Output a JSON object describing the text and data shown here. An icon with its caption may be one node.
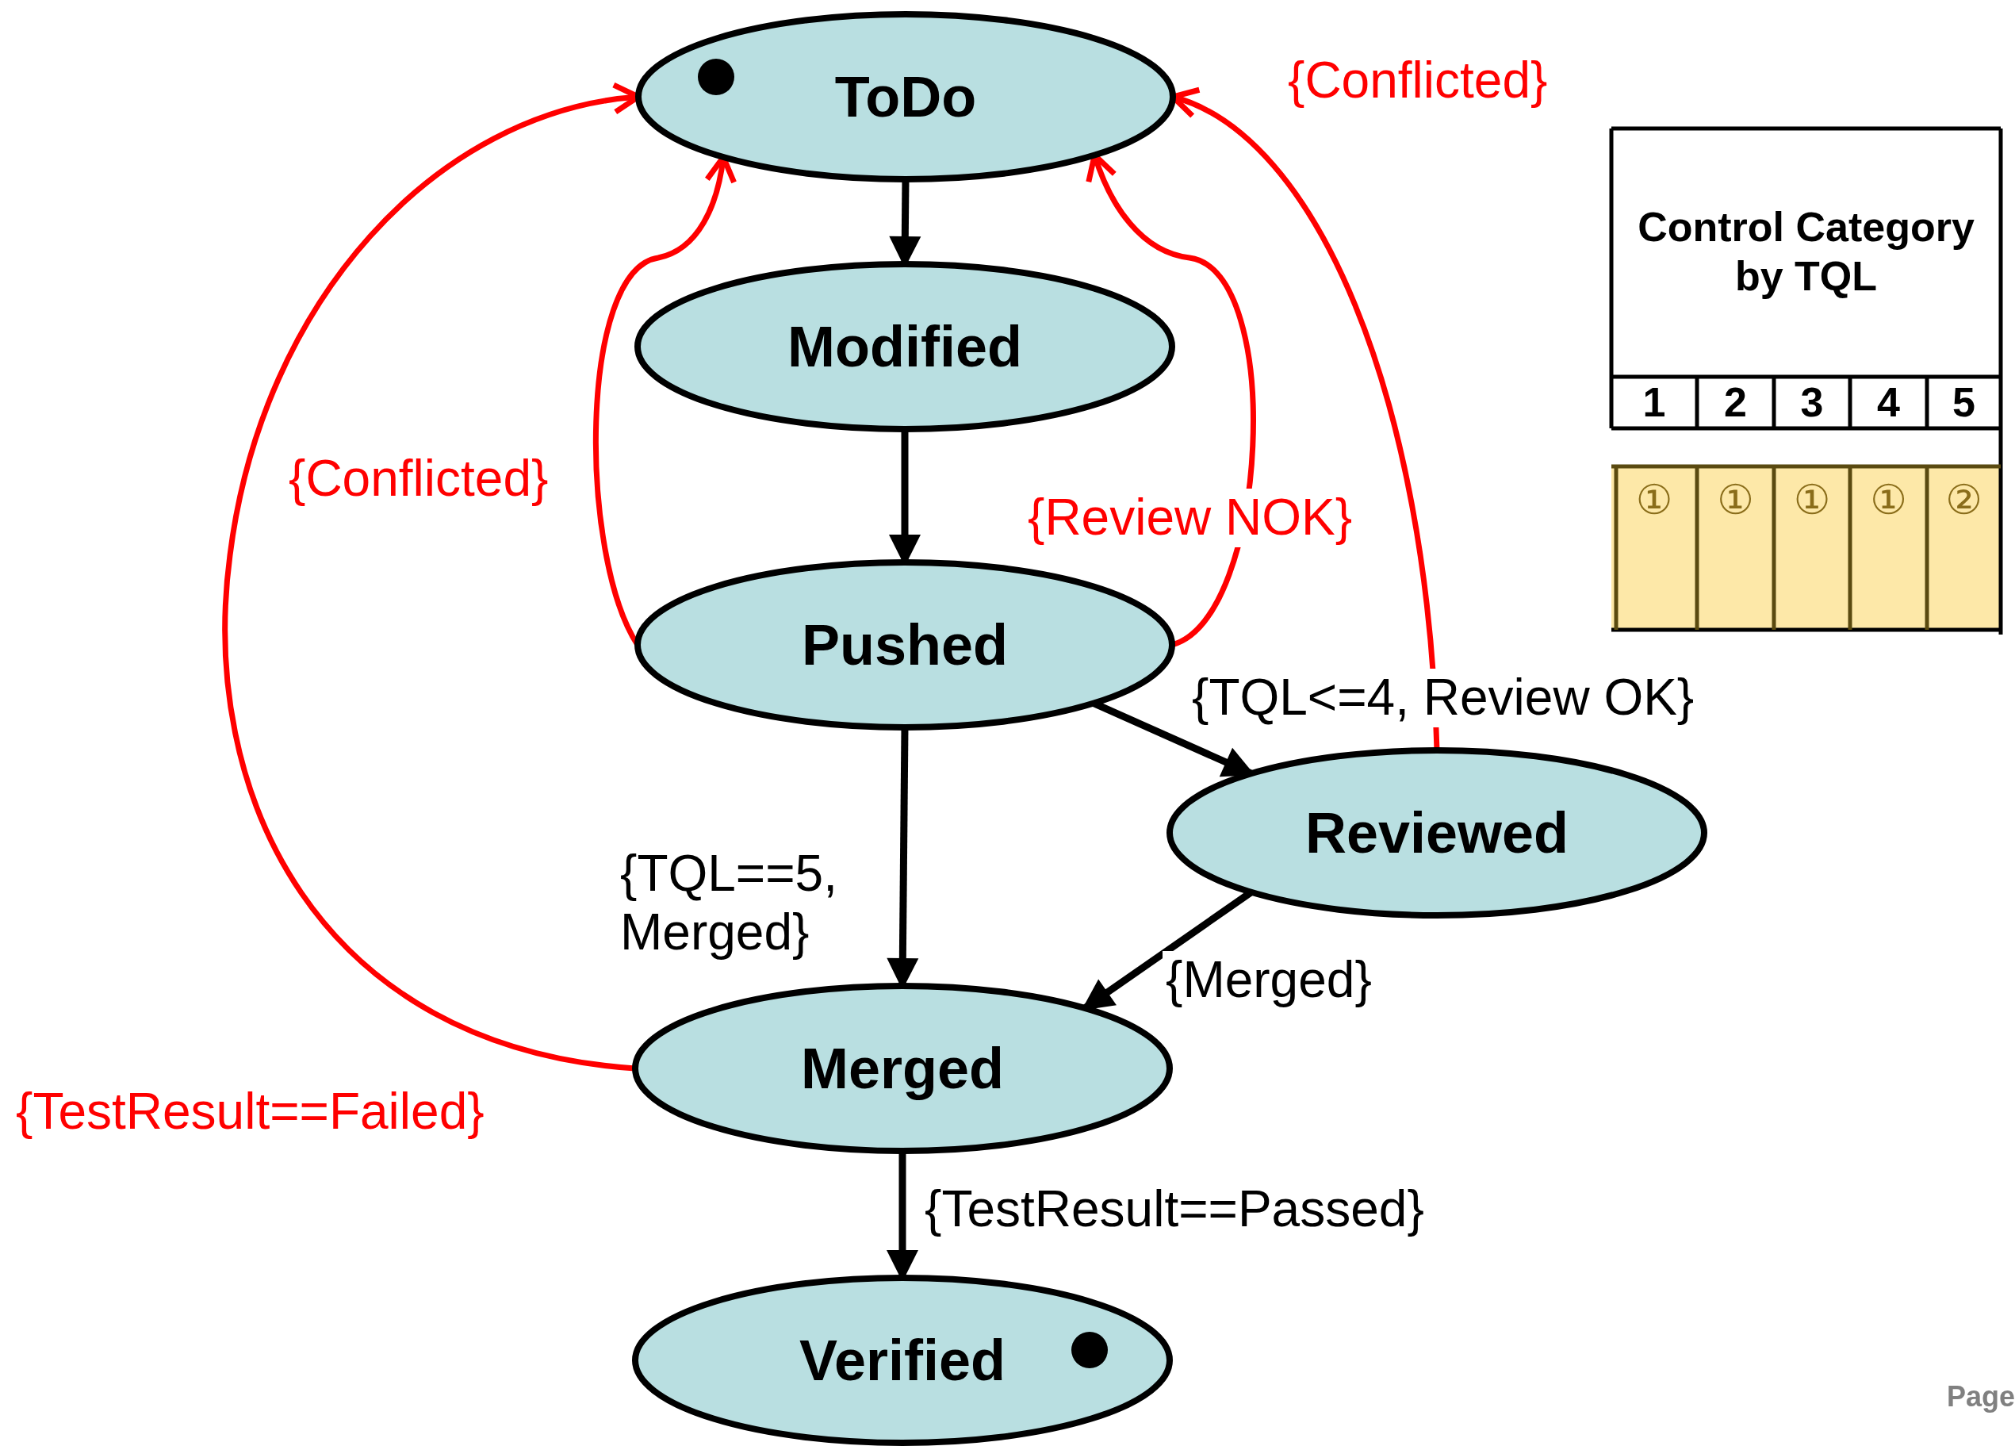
{
  "diagram": {
    "nodes": [
      {
        "text": [
          "ToDo"
        ]
      },
      {
        "text": [
          "Modified"
        ]
      },
      {
        "text": [
          "Pushed"
        ]
      },
      {
        "text": [
          "Reviewed"
        ]
      },
      {
        "text": [
          "Merged"
        ]
      },
      {
        "text": [
          "Verified"
        ]
      }
    ],
    "edges": [
      {
        "from": 0,
        "to": 1,
        "arrow": "to"
      },
      {
        "from": 1,
        "to": 2,
        "arrow": "to"
      },
      {
        "from": 2,
        "to": 3,
        "arrow": "to",
        "label": "{TQL<=4, Review OK}"
      },
      {
        "from": 2,
        "to": 4,
        "arrow": "to",
        "label": "{TQL==5, Merged}"
      },
      {
        "from": 3,
        "to": 4,
        "arrow": "to",
        "label": "{Merged}"
      },
      {
        "from": 4,
        "to": 5,
        "arrow": "to",
        "label": "{TestResult==Passed}"
      },
      {
        "from": 2,
        "to": 0,
        "arrow": "to",
        "label": "{Conflicted}",
        "color": "#ff0000"
      },
      {
        "from": 2,
        "to": 0,
        "arrow": "to",
        "label": "{Review NOK}",
        "color": "#ff0000"
      },
      {
        "from": 3,
        "to": 0,
        "arrow": "to",
        "label": "{Conflicted}",
        "color": "#ff0000"
      },
      {
        "from": 4,
        "to": 0,
        "arrow": "to",
        "label": "{TestResult==Failed}",
        "color": "#ff0000"
      }
    ],
    "labels": [
      "Control Category by TQL",
      "1",
      "2",
      "3",
      "4",
      "5",
      "①",
      "①",
      "①",
      "①",
      "②",
      "Page"
    ]
  }
}
